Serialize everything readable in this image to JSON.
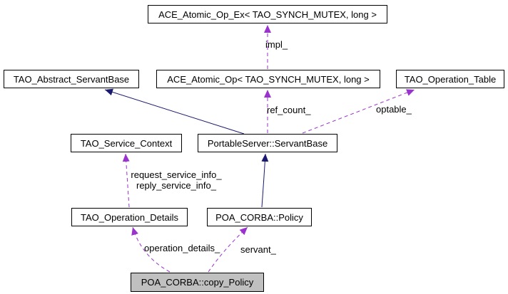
{
  "diagram": {
    "type": "uml-collaboration-diagram",
    "colors": {
      "background": "#ffffff",
      "usage_edge": "#9a32cd",
      "inheritance_edge": "#191970",
      "node_border": "#000000",
      "node_fill": "#ffffff",
      "focus_node_fill": "#c0c0c0",
      "text": "#000000"
    },
    "nodes": [
      {
        "id": "ace-atomic-op-ex",
        "label": "ACE_Atomic_Op_Ex< TAO_SYNCH_MUTEX, long >"
      },
      {
        "id": "tao-abstract-servantbase",
        "label": "TAO_Abstract_ServantBase"
      },
      {
        "id": "ace-atomic-op",
        "label": "ACE_Atomic_Op< TAO_SYNCH_MUTEX, long >"
      },
      {
        "id": "tao-operation-table",
        "label": "TAO_Operation_Table"
      },
      {
        "id": "tao-service-context",
        "label": "TAO_Service_Context"
      },
      {
        "id": "portableserver-servantbase",
        "label": "PortableServer::ServantBase"
      },
      {
        "id": "tao-operation-details",
        "label": "TAO_Operation_Details"
      },
      {
        "id": "poa-corba-policy",
        "label": "POA_CORBA::Policy"
      },
      {
        "id": "poa-corba-copy-policy",
        "label": "POA_CORBA::copy_Policy"
      }
    ],
    "edge_labels": {
      "impl": "impl_",
      "ref_count": "ref_count_",
      "optable": "optable_",
      "request_service_info": "request_service_info_",
      "reply_service_info": "reply_service_info_",
      "operation_details": "operation_details_",
      "servant": "servant_"
    },
    "edges": [
      {
        "from": "ace-atomic-op",
        "to": "ace-atomic-op-ex",
        "kind": "usage",
        "label": "impl_"
      },
      {
        "from": "portableserver-servantbase",
        "to": "ace-atomic-op",
        "kind": "usage",
        "label": "ref_count_"
      },
      {
        "from": "portableserver-servantbase",
        "to": "tao-abstract-servantbase",
        "kind": "inheritance",
        "label": ""
      },
      {
        "from": "portableserver-servantbase",
        "to": "tao-operation-table",
        "kind": "usage",
        "label": "optable_"
      },
      {
        "from": "tao-operation-details",
        "to": "tao-service-context",
        "kind": "usage",
        "label": "request_service_info_ reply_service_info_"
      },
      {
        "from": "poa-corba-policy",
        "to": "portableserver-servantbase",
        "kind": "inheritance",
        "label": ""
      },
      {
        "from": "poa-corba-copy-policy",
        "to": "tao-operation-details",
        "kind": "usage",
        "label": "operation_details_"
      },
      {
        "from": "poa-corba-copy-policy",
        "to": "poa-corba-policy",
        "kind": "usage",
        "label": "servant_"
      }
    ]
  }
}
